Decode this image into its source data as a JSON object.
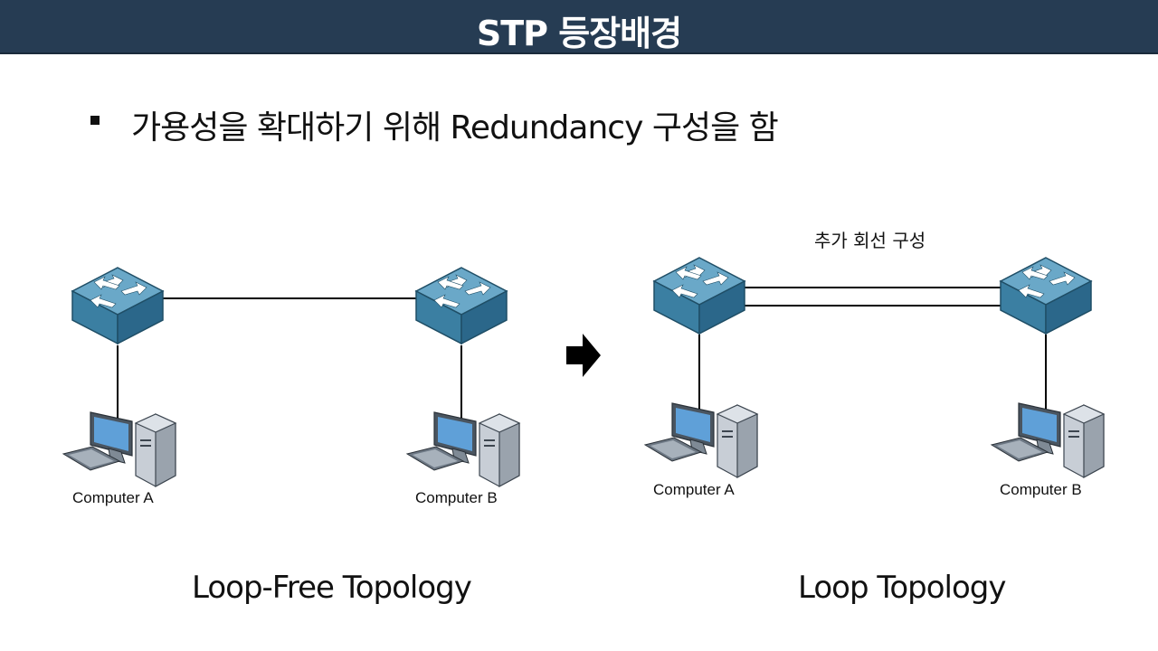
{
  "slide": {
    "title": "STP 등장배경",
    "bullet": "가용성을 확대하기 위해 Redundancy 구성을 함"
  },
  "left_diagram": {
    "computer_a": "Computer A",
    "computer_b": "Computer B",
    "caption": "Loop-Free Topology"
  },
  "right_diagram": {
    "annotation": "추가 회선 구성",
    "computer_a": "Computer A",
    "computer_b": "Computer B",
    "caption": "Loop Topology"
  },
  "icons": {
    "switch": "network-switch-icon",
    "computer": "desktop-computer-icon",
    "arrow": "right-arrow-icon"
  },
  "colors": {
    "title_bar": "#263c53",
    "switch_top": "#5f9fc1",
    "switch_side": "#2f6b8c"
  }
}
